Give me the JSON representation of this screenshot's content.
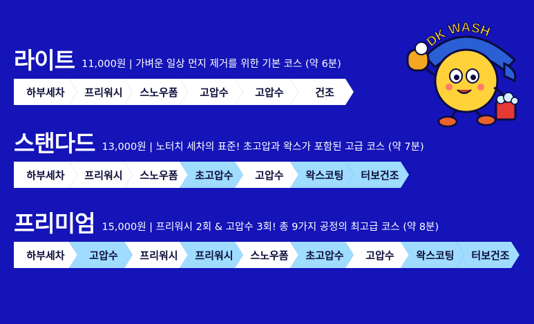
{
  "brand": {
    "logo_text": "DK WASH"
  },
  "colors": {
    "background": "#1414b8",
    "step_basic": "#ffffff",
    "step_premium": "#9fdcff"
  },
  "courses": [
    {
      "name": "라이트",
      "desc": "11,000원 | 가벼운 일상 먼지 제거를 위한 기본 코스 (약 6분)",
      "steps": [
        {
          "label": "하부세차",
          "style": "white"
        },
        {
          "label": "프리워시",
          "style": "white"
        },
        {
          "label": "스노우폼",
          "style": "white"
        },
        {
          "label": "고압수",
          "style": "white"
        },
        {
          "label": "고압수",
          "style": "white"
        },
        {
          "label": "건조",
          "style": "white"
        }
      ]
    },
    {
      "name": "스탠다드",
      "desc": "13,000원 |  노터치 세차의 표준! 초고압과 왁스가 포함된 고급 코스 (약 7분)",
      "steps": [
        {
          "label": "하부세차",
          "style": "white"
        },
        {
          "label": "프리워시",
          "style": "white"
        },
        {
          "label": "스노우폼",
          "style": "white"
        },
        {
          "label": "초고압수",
          "style": "blue"
        },
        {
          "label": "고압수",
          "style": "white"
        },
        {
          "label": "왁스코팅",
          "style": "blue"
        },
        {
          "label": "터보건조",
          "style": "blue"
        }
      ]
    },
    {
      "name": "프리미엄",
      "desc": "15,000원 | 프리워시 2회 & 고압수 3회! 총 9가지 공정의 최고급 코스 (약 8분)",
      "steps": [
        {
          "label": "하부세차",
          "style": "white"
        },
        {
          "label": "고압수",
          "style": "blue"
        },
        {
          "label": "프리워시",
          "style": "white"
        },
        {
          "label": "프리워시",
          "style": "blue"
        },
        {
          "label": "스노우폼",
          "style": "white"
        },
        {
          "label": "초고압수",
          "style": "blue"
        },
        {
          "label": "고압수",
          "style": "white"
        },
        {
          "label": "왁스코팅",
          "style": "blue"
        },
        {
          "label": "터보건조",
          "style": "blue"
        }
      ]
    }
  ]
}
